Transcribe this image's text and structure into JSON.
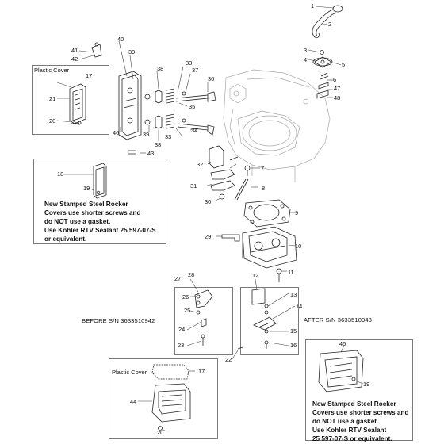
{
  "labels": [
    "1",
    "2",
    "3",
    "4",
    "5",
    "6",
    "7",
    "8",
    "9",
    "10",
    "11",
    "12",
    "13",
    "14",
    "15",
    "16",
    "17",
    "18",
    "19",
    "20",
    "21",
    "22",
    "23",
    "24",
    "25",
    "26",
    "27",
    "28",
    "29",
    "30",
    "31",
    "32",
    "33",
    "34",
    "35",
    "36",
    "37",
    "38",
    "39",
    "40",
    "41",
    "42",
    "43",
    "44",
    "45",
    "46",
    "47",
    "48"
  ],
  "boxes": {
    "plastic_cover_top": "Plastic Cover",
    "plastic_cover_bottom": "Plastic Cover"
  },
  "notes": {
    "stamped_rocker_left": [
      "New Stamped Steel Rocker",
      "Covers use shorter screws and",
      "do NOT use a gasket.",
      "Use Kohler RTV Sealant 25 597-07-S",
      "or equivalent."
    ],
    "stamped_rocker_right": [
      "New Stamped Steel Rocker",
      "Covers use shorter screws and",
      "do NOT use a gasket.",
      "Use Kohler RTV Sealant",
      "25 597-07-S or equivalent."
    ]
  },
  "serials": {
    "before": "BEFORE S/N 3633510942",
    "after": "AFTER S/N 3633510943"
  }
}
